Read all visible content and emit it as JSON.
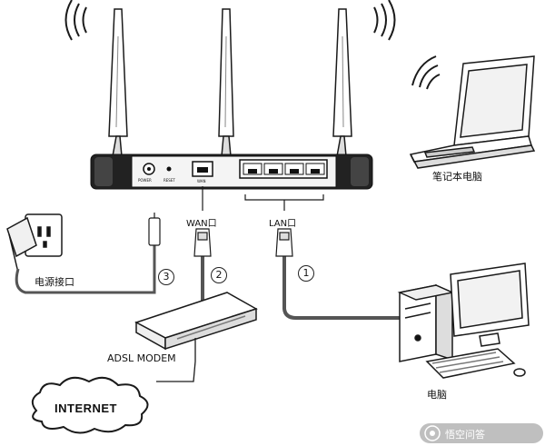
{
  "labels": {
    "laptop": "笔记本电脑",
    "wan_port": "WAN口",
    "lan_port": "LAN口",
    "power_port": "电源接口",
    "modem": "ADSL MODEM",
    "internet": "INTERNET",
    "pc": "电脑",
    "power_on_router": "POWER",
    "reset_on_router": "RESET",
    "wan_on_router": "WAN"
  },
  "steps": {
    "lan_step": "1",
    "wan_step": "2",
    "power_step": "3"
  },
  "watermark": {
    "text": "悟空问答"
  },
  "colors": {
    "outline": "#1a1a1a",
    "cable": "#555555",
    "background": "#ffffff"
  }
}
